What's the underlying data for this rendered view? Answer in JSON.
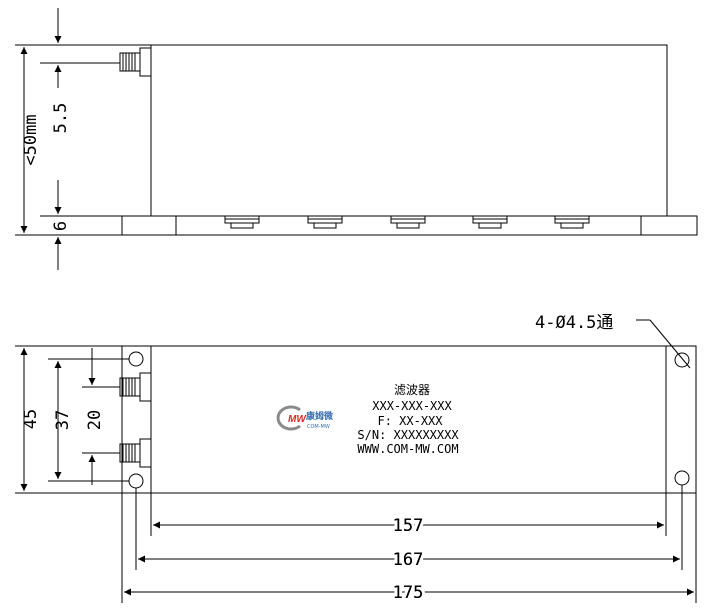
{
  "side_view": {
    "height_dim": "<50mm",
    "top_offset_dim": "5.5",
    "bottom_offset_dim": "6"
  },
  "top_view": {
    "width_dim": "45",
    "inner_dim": "37",
    "port_spacing_dim": "20",
    "hole_note": "4-Ø4.5通",
    "len_inner": "157",
    "len_mid": "167",
    "len_total": "175"
  },
  "label": {
    "line1": "滤波器",
    "line2": "XXX-XXX-XXX",
    "line3": "F: XX-XXX",
    "line4": "S/N: XXXXXXXXX",
    "line5": "WWW.COM-MW.COM",
    "logo_cn": "康姆微",
    "logo_en": "COM-MW",
    "logo_mark": "MW"
  },
  "colors": {
    "line": "#000000",
    "logo_red": "#d62a2a",
    "logo_gray": "#8a8a8a",
    "logo_blue": "#3a6fb0"
  }
}
